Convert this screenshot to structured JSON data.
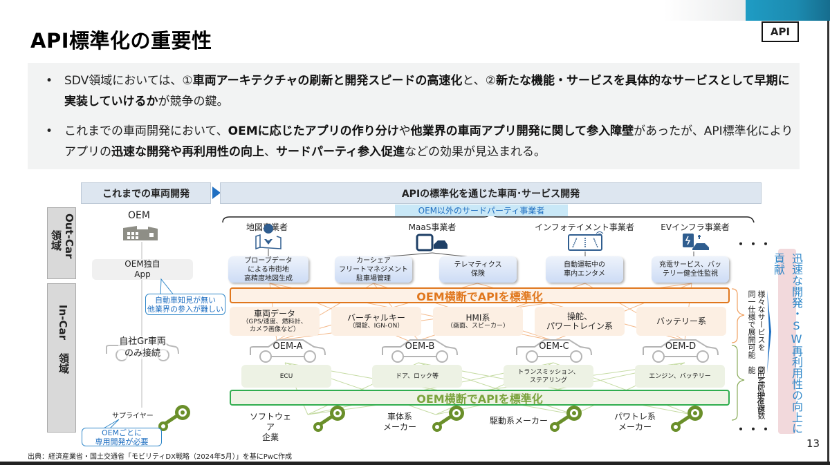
{
  "slide": {
    "title": "API標準化の重要性",
    "tag": "API",
    "page_number": "13",
    "source": "出典：経済産業省・国土交通省「モビリティDX戦略（2024年5月）」を基にPwC作成"
  },
  "summary": {
    "bullets": [
      {
        "segments": [
          {
            "text": "SDV領域においては、①",
            "bold": false
          },
          {
            "text": "車両アーキテクチャの刷新と開発スピードの高速化",
            "bold": true
          },
          {
            "text": "と、②",
            "bold": false
          },
          {
            "text": "新たな機能・サービスを具体的なサービスとして早期に実装していけるか",
            "bold": true
          },
          {
            "text": "が競争の鍵。",
            "bold": false
          }
        ]
      },
      {
        "segments": [
          {
            "text": "これまでの車両開発において、",
            "bold": false
          },
          {
            "text": "OEMに応じたアプリの作り分け",
            "bold": true
          },
          {
            "text": "や",
            "bold": false
          },
          {
            "text": "他業界の車両アプリ開発に関して参入障壁",
            "bold": true
          },
          {
            "text": "があったが、API標準化によりアプリの",
            "bold": false
          },
          {
            "text": "迅速な開発や再利用性の向上",
            "bold": true
          },
          {
            "text": "、",
            "bold": false
          },
          {
            "text": "サードパーティ参入促進",
            "bold": true
          },
          {
            "text": "などの効果が見込まれる。",
            "bold": false
          }
        ]
      }
    ]
  },
  "diagram": {
    "header_left": "これまでの車両開発",
    "header_right": "APIの標準化を通じた車両･サービス開発",
    "domains": {
      "out_car": {
        "latin": "Out-Car",
        "jp": "領域"
      },
      "in_car": {
        "latin": "In-Car",
        "jp": "領域"
      }
    },
    "legacy": {
      "oem_label": "OEM",
      "oem_app": "OEM独自\nApp",
      "callout_barrier": "自動車知見が無い\n他業界の参入が難しい",
      "own_group": "自社Gr車両\nのみ接続",
      "supplier": "サプライヤー",
      "callout_dedicated": "OEMごとに\n専用開発が必要"
    },
    "third_party_label": "OEM以外のサードパーティ事業者",
    "businesses": [
      {
        "name": "地図事業者",
        "icon": "map-pin-icon",
        "services": [
          "プローブデータ\nによる市街地\n高精度地図生成"
        ]
      },
      {
        "name": "MaaS事業者",
        "icon": "tablet-car-icon",
        "services": [
          "カーシェア\nフリートマネジメント\n駐車場管理",
          "テレマティクス\n保険"
        ]
      },
      {
        "name": "インフォテイメント事業者",
        "icon": "infotainment-screen-icon",
        "services": [
          "自動運転中の\n車内エンタメ"
        ]
      },
      {
        "name": "EVインフラ事業者",
        "icon": "ev-charger-icon",
        "services": [
          "充電サービス、バッ\nテリー健全性監視"
        ]
      }
    ],
    "ellipsis": "・・・",
    "api_standard_upper": "OEM横断でAPIを標準化",
    "api_standard_lower": "OEM横断でAPIを標準化",
    "functions": [
      {
        "main": "車両データ",
        "sub": "（GPS/速度、燃料計、\nカメラ画像など）"
      },
      {
        "main": "バーチャルキー",
        "sub": "（開錠、IGN-ON）"
      },
      {
        "main": "HMI系",
        "sub": "（画面、スピーカー）"
      },
      {
        "main": "操舵、\nパワートレイン系",
        "sub": ""
      },
      {
        "main": "バッテリー系",
        "sub": ""
      }
    ],
    "oems": [
      "OEM-A",
      "OEM-B",
      "OEM-C",
      "OEM-D"
    ],
    "parts": [
      "ECU",
      "ドア、ロック等",
      "トランスミッション、\nステアリング",
      "エンジン、バッテリー"
    ],
    "suppliers": [
      "ソフトウェア\n企業",
      "車体系\nメーカー",
      "駆動系メーカー",
      "パワトレ系\nメーカー"
    ],
    "note_upper": [
      "様々なサービスを",
      "同一仕様で展開可能"
    ],
    "note_lower": [
      "同一部品を複数",
      "OEMに提供可能"
    ],
    "effect": "迅速な開発・SW再利用性の向上に貢献"
  },
  "colors": {
    "accent_blue": "#1f6fc1",
    "orange": "#e0771d",
    "green": "#2fad4e",
    "olive_icon": "#6a8f2a",
    "pink": "#f2d9dc"
  }
}
